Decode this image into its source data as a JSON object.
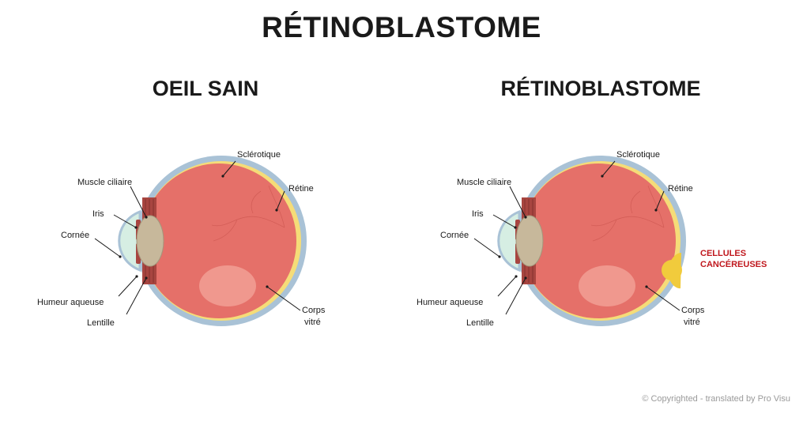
{
  "title": "RÉTINOBLASTOME",
  "panels": [
    {
      "title": "OEIL SAIN",
      "labels": {
        "sclerotique": "Sclérotique",
        "muscle": "Muscle ciliaire",
        "retine": "Rétine",
        "iris": "Iris",
        "cornee": "Cornée",
        "humeur": "Humeur aqueuse",
        "lentille": "Lentille",
        "corps_line1": "Corps",
        "corps_line2": "vitré"
      }
    },
    {
      "title": "RÉTINOBLASTOME",
      "labels": {
        "sclerotique": "Sclérotique",
        "muscle": "Muscle ciliaire",
        "retine": "Rétine",
        "iris": "Iris",
        "cornee": "Cornée",
        "humeur": "Humeur aqueuse",
        "lentille": "Lentille",
        "corps_line1": "Corps",
        "corps_line2": "vitré",
        "tumor_line1": "CELLULES",
        "tumor_line2": "CANCÉREUSES"
      }
    }
  ],
  "copyright": "© Copyrighted - translated by Pro Visu",
  "colors": {
    "sclera": "#a9c2d6",
    "retina": "#f5dc78",
    "vitreous": "#e57069",
    "muscle": "#a84540",
    "lens": "#c7b89b",
    "cornea": "#d6eee3",
    "tumor": "#f1cb3c",
    "alert": "#c0181e"
  }
}
